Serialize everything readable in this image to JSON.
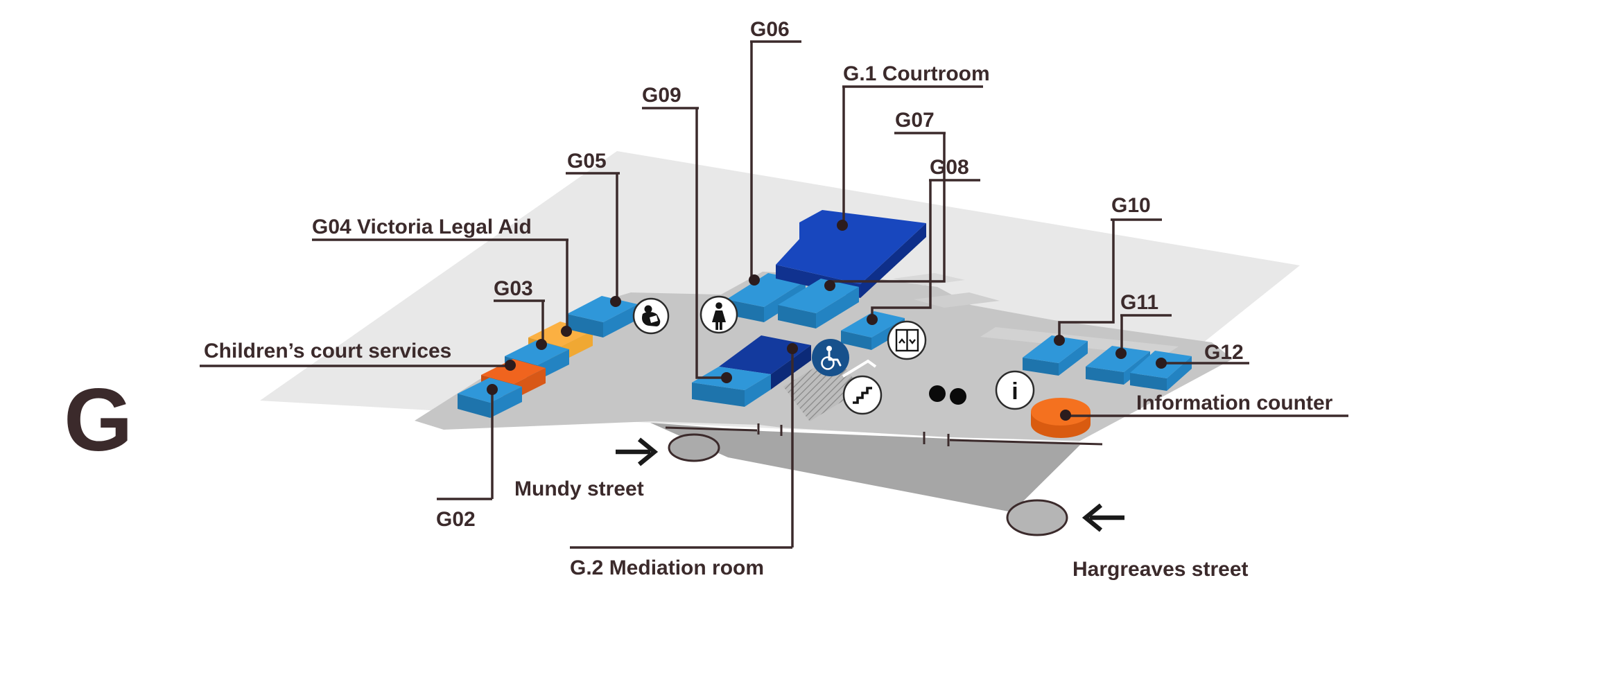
{
  "floor": {
    "letter": "G"
  },
  "labels": {
    "g02": "G02",
    "g03": "G03",
    "g04": "G04 Victoria Legal Aid",
    "g05": "G05",
    "g06": "G06",
    "g07": "G07",
    "g08": "G08",
    "g09": "G09",
    "g10": "G10",
    "g11": "G11",
    "g12": "G12",
    "g1_courtroom": "G.1 Courtroom",
    "g2_mediation": "G.2 Mediation room",
    "childrens_court_services": "Children’s court services",
    "information_counter": "Information counter",
    "mundy_street": "Mundy street",
    "hargreaves_street": "Hargreaves street",
    "info_icon_letter": "i"
  },
  "colors": {
    "room_blue": "#2F97D9",
    "room_blue_front": "#1E74AC",
    "room_blue_side": "#2383C2",
    "courtroom_navy": "#1847BE",
    "mediation_navy": "#133A9E",
    "service_orange": "#F0641E",
    "legal_aid_yellow": "#FBB042",
    "counter_orange": "#F4711F",
    "floor_light": "#E8E8E8",
    "floor_mid": "#C6C6C6",
    "walkway_dark": "#A6A6A6",
    "label_ink": "#3B2A2B",
    "accessible_blue": "#17518C",
    "floor_letter_gray": "#9FA6AB"
  },
  "icons": [
    {
      "name": "parents-room-icon"
    },
    {
      "name": "female-toilet-icon"
    },
    {
      "name": "wheelchair-accessible-icon"
    },
    {
      "name": "elevator-icon"
    },
    {
      "name": "stairs-icon"
    },
    {
      "name": "information-icon"
    }
  ]
}
